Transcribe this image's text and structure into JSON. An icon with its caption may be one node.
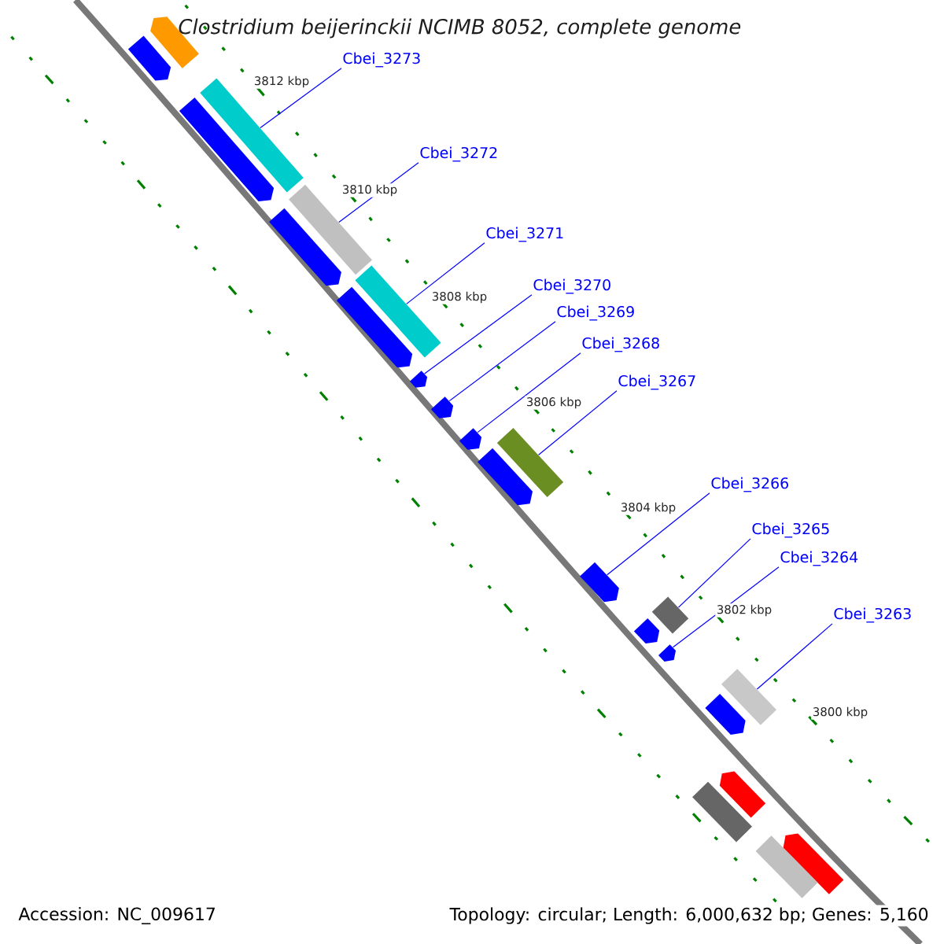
{
  "diagram": {
    "title": "Clostridium beijerinckii NCIMB 8052, complete genome",
    "nodes": [
      {
        "text": [
          "Cbei_3273"
        ]
      },
      {
        "text": [
          "Cbei_3272"
        ]
      },
      {
        "text": [
          "Cbei_3271"
        ]
      },
      {
        "text": [
          "Cbei_3270"
        ]
      },
      {
        "text": [
          "Cbei_3269"
        ]
      },
      {
        "text": [
          "Cbei_3268"
        ]
      },
      {
        "text": [
          "Cbei_3267"
        ]
      },
      {
        "text": [
          "Cbei_3266"
        ]
      },
      {
        "text": [
          "Cbei_3265"
        ]
      },
      {
        "text": [
          "Cbei_3264"
        ]
      },
      {
        "text": [
          "Cbei_3263"
        ]
      },
      {
        "text": [],
        "shape": "pentagon"
      },
      {
        "text": [],
        "shape": "pentagon"
      },
      {
        "text": [],
        "shape": "bar"
      },
      {
        "text": [],
        "shape": "pentagon"
      },
      {
        "text": [],
        "shape": "bar"
      },
      {
        "text": [],
        "shape": "pentagon"
      },
      {
        "text": [],
        "shape": "bar"
      },
      {
        "text": [],
        "shape": "pentagon"
      },
      {
        "text": [],
        "shape": "pentagon"
      },
      {
        "text": [],
        "shape": "pentagon"
      },
      {
        "text": [],
        "shape": "pentagon"
      },
      {
        "text": [],
        "shape": "bar"
      },
      {
        "text": [],
        "shape": "pentagon"
      },
      {
        "text": [],
        "shape": "pentagon"
      },
      {
        "text": [],
        "shape": "bar"
      },
      {
        "text": [],
        "shape": "pentagon"
      },
      {
        "text": [],
        "shape": "pentagon"
      },
      {
        "text": [],
        "shape": "bar"
      },
      {
        "text": [],
        "shape": "pentagon"
      },
      {
        "text": [],
        "shape": "pentagon"
      },
      {
        "text": [],
        "shape": "bar"
      },
      {
        "text": [],
        "shape": "pentagon"
      },
      {
        "text": [],
        "shape": "bar"
      }
    ],
    "edges": [
      {
        "from": 0,
        "to": 13,
        "arrow": "none"
      },
      {
        "from": 1,
        "to": 15,
        "arrow": "none"
      },
      {
        "from": 2,
        "to": 17,
        "arrow": "none"
      },
      {
        "from": 3,
        "to": 19,
        "arrow": "none"
      },
      {
        "from": 4,
        "to": 20,
        "arrow": "none"
      },
      {
        "from": 5,
        "to": 21,
        "arrow": "none"
      },
      {
        "from": 6,
        "to": 22,
        "arrow": "none"
      },
      {
        "from": 7,
        "to": 24,
        "arrow": "none"
      },
      {
        "from": 8,
        "to": 25,
        "arrow": "none"
      },
      {
        "from": 9,
        "to": 27,
        "arrow": "none"
      },
      {
        "from": 10,
        "to": 28,
        "arrow": "none"
      }
    ],
    "labels": [
      "3812 kbp",
      "3810 kbp",
      "3808 kbp",
      "3806 kbp",
      "3804 kbp",
      "3802 kbp",
      "3800 kbp",
      "Accession: NC_009617",
      "Topology: circular; Length: 6,000,632 bp; Genes: 5,160"
    ]
  }
}
